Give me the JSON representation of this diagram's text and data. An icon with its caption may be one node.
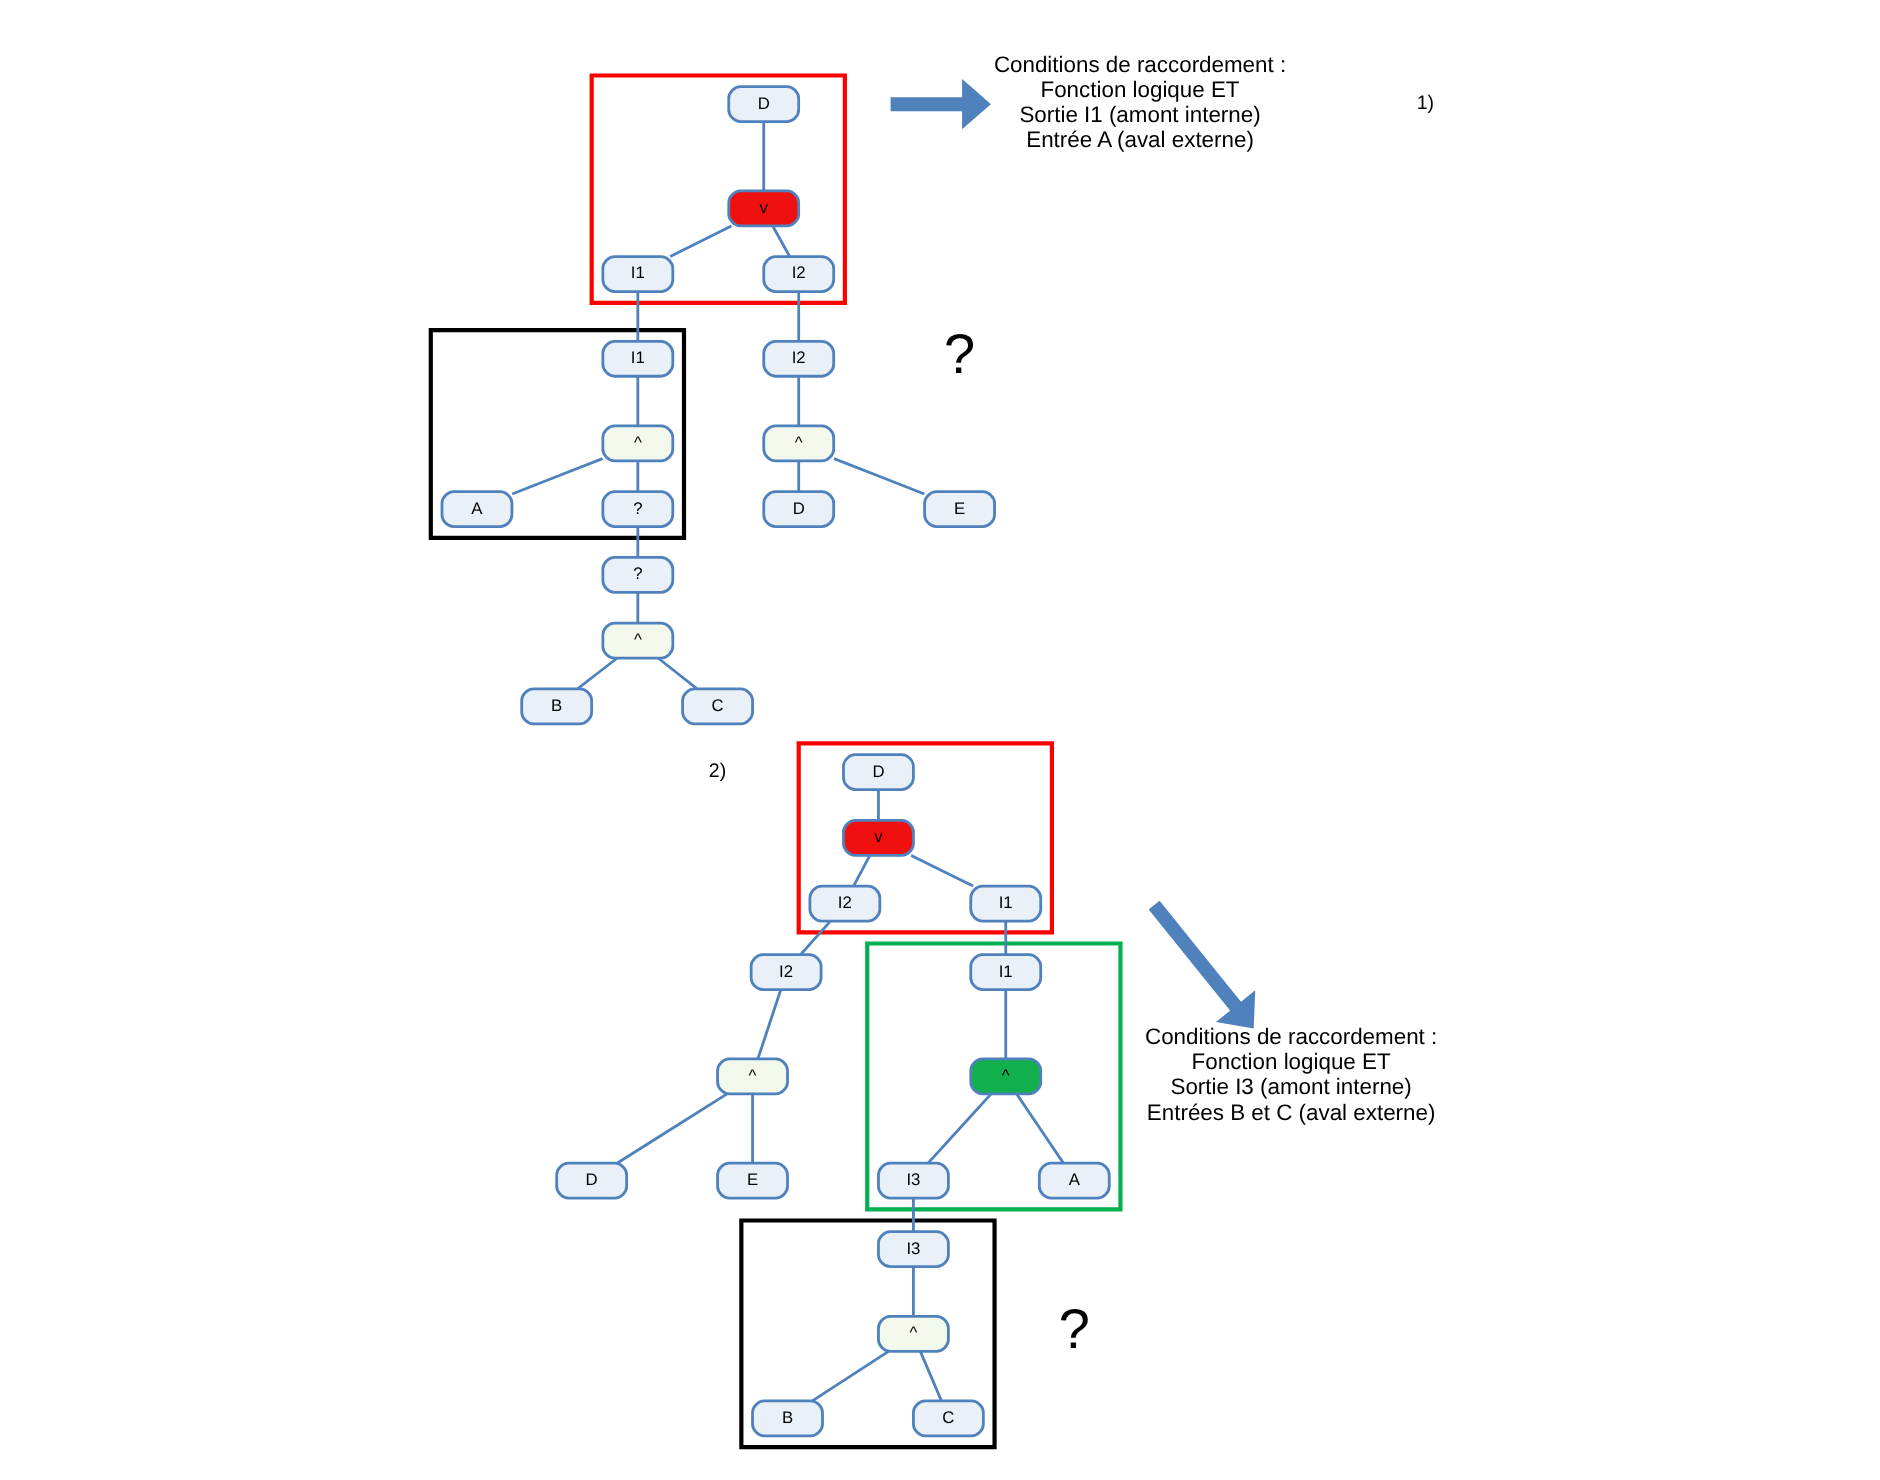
{
  "diagram": {
    "nodes": [
      {
        "text": [],
        "shape": "box"
      },
      {
        "text": [
          "D"
        ],
        "in": 0
      },
      {
        "text": [
          "v"
        ],
        "in": 0
      },
      {
        "text": [
          "I1"
        ],
        "in": 0
      },
      {
        "text": [
          "I2"
        ],
        "in": 0
      },
      {
        "text": [],
        "shape": "box"
      },
      {
        "text": [
          "I1"
        ],
        "in": 5
      },
      {
        "text": [
          "^"
        ],
        "in": 5
      },
      {
        "text": [
          "A"
        ],
        "in": 5
      },
      {
        "text": [
          "?"
        ],
        "in": 5
      },
      {
        "text": [
          "I2"
        ]
      },
      {
        "text": [
          "^"
        ]
      },
      {
        "text": [
          "D"
        ]
      },
      {
        "text": [
          "E"
        ]
      },
      {
        "text": [
          "?"
        ]
      },
      {
        "text": [
          "^"
        ]
      },
      {
        "text": [
          "B"
        ]
      },
      {
        "text": [
          "C"
        ]
      },
      {
        "text": [
          "Conditions de raccordement :",
          "Fonction logique ET",
          "Sortie I1 (amont interne)",
          "Entrée A (aval externe)"
        ]
      },
      {
        "text": [],
        "shape": "box"
      },
      {
        "text": [
          "D"
        ],
        "in": 19
      },
      {
        "text": [
          "v"
        ],
        "in": 19
      },
      {
        "text": [
          "I1"
        ],
        "in": 19
      },
      {
        "text": [
          "I2"
        ],
        "in": 19
      },
      {
        "text": [],
        "shape": "box"
      },
      {
        "text": [
          "I1"
        ],
        "in": 24
      },
      {
        "text": [
          "^"
        ],
        "in": 24
      },
      {
        "text": [
          "A"
        ],
        "in": 24
      },
      {
        "text": [
          "I3"
        ],
        "in": 24
      },
      {
        "text": [
          "I2"
        ]
      },
      {
        "text": [
          "^"
        ]
      },
      {
        "text": [
          "D"
        ]
      },
      {
        "text": [
          "E"
        ]
      },
      {
        "text": [],
        "shape": "box"
      },
      {
        "text": [
          "I3"
        ],
        "in": 33
      },
      {
        "text": [
          "^"
        ],
        "in": 33
      },
      {
        "text": [
          "B"
        ],
        "in": 33
      },
      {
        "text": [
          "C"
        ],
        "in": 33
      },
      {
        "text": [
          "Conditions de raccordement :",
          "Fonction logique ET",
          "Sortie I3 (amont interne)",
          "Entrées B et C (aval externe)"
        ]
      }
    ],
    "edges": [
      {
        "from": 1,
        "to": 2,
        "arrow": "none"
      },
      {
        "from": 2,
        "to": 3,
        "arrow": "none"
      },
      {
        "from": 2,
        "to": 4,
        "arrow": "none"
      },
      {
        "from": 3,
        "to": 6,
        "arrow": "none"
      },
      {
        "from": 4,
        "to": 10,
        "arrow": "none"
      },
      {
        "from": 6,
        "to": 7,
        "arrow": "none"
      },
      {
        "from": 7,
        "to": 8,
        "arrow": "none"
      },
      {
        "from": 7,
        "to": 9,
        "arrow": "none"
      },
      {
        "from": 10,
        "to": 11,
        "arrow": "none"
      },
      {
        "from": 11,
        "to": 12,
        "arrow": "none"
      },
      {
        "from": 11,
        "to": 13,
        "arrow": "none"
      },
      {
        "from": 9,
        "to": 14,
        "arrow": "none"
      },
      {
        "from": 14,
        "to": 15,
        "arrow": "none"
      },
      {
        "from": 15,
        "to": 16,
        "arrow": "none"
      },
      {
        "from": 15,
        "to": 17,
        "arrow": "none"
      },
      {
        "from": null,
        "to": 18,
        "arrow": "to",
        "style": "thick",
        "color": "#4f81bd"
      },
      {
        "from": 20,
        "to": 21,
        "arrow": "none"
      },
      {
        "from": 21,
        "to": 22,
        "arrow": "none"
      },
      {
        "from": 21,
        "to": 23,
        "arrow": "none"
      },
      {
        "from": 22,
        "to": 25,
        "arrow": "none"
      },
      {
        "from": 23,
        "to": 29,
        "arrow": "none"
      },
      {
        "from": 25,
        "to": 26,
        "arrow": "none"
      },
      {
        "from": 26,
        "to": 27,
        "arrow": "none"
      },
      {
        "from": 26,
        "to": 28,
        "arrow": "none"
      },
      {
        "from": 29,
        "to": 30,
        "arrow": "none"
      },
      {
        "from": 30,
        "to": 31,
        "arrow": "none"
      },
      {
        "from": 30,
        "to": 32,
        "arrow": "none"
      },
      {
        "from": 28,
        "to": 34,
        "arrow": "none"
      },
      {
        "from": 34,
        "to": 35,
        "arrow": "none"
      },
      {
        "from": 35,
        "to": 36,
        "arrow": "none"
      },
      {
        "from": 35,
        "to": 37,
        "arrow": "none"
      },
      {
        "from": null,
        "to": 38,
        "arrow": "to",
        "style": "thick",
        "color": "#4f81bd"
      }
    ],
    "labels": [
      "1)",
      "?",
      "2)",
      "?"
    ]
  }
}
